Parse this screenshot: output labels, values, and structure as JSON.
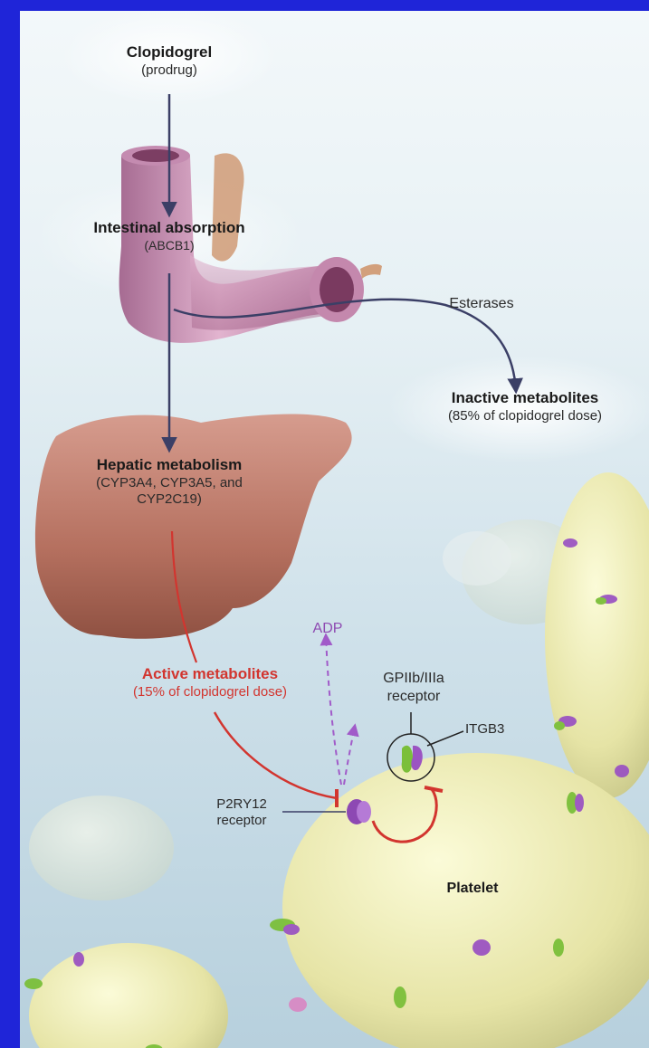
{
  "diagram": {
    "drug": {
      "name": "Clopidogrel",
      "note": "(prodrug)"
    },
    "intestine": {
      "title": "Intestinal absorption",
      "gene": "(ABCB1)"
    },
    "esterases": "Esterases",
    "inactive": {
      "title": "Inactive metabolites",
      "note": "(85% of clopidogrel dose)"
    },
    "hepatic": {
      "title": "Hepatic metabolism",
      "enzymes_line1": "(CYP3A4, CYP3A5, and",
      "enzymes_line2": "CYP2C19)"
    },
    "active": {
      "title": "Active metabolites",
      "note": "(15% of clopidogrel dose)"
    },
    "adp": "ADP",
    "gp": {
      "line1": "GPIIb/IIIa",
      "line2": "receptor"
    },
    "itgb3": "ITGB3",
    "p2ry12": {
      "line1": "P2RY12",
      "line2": "receptor"
    },
    "platelet": "Platelet"
  },
  "colors": {
    "frame": "#1f25d8",
    "pathway_arrow": "#3b3f66",
    "active_path": "#d2352f",
    "adp_path": "#a15bc9",
    "intestine": "#c98fb0",
    "liver": "#b9756a",
    "platelet": "#ecebb2"
  }
}
